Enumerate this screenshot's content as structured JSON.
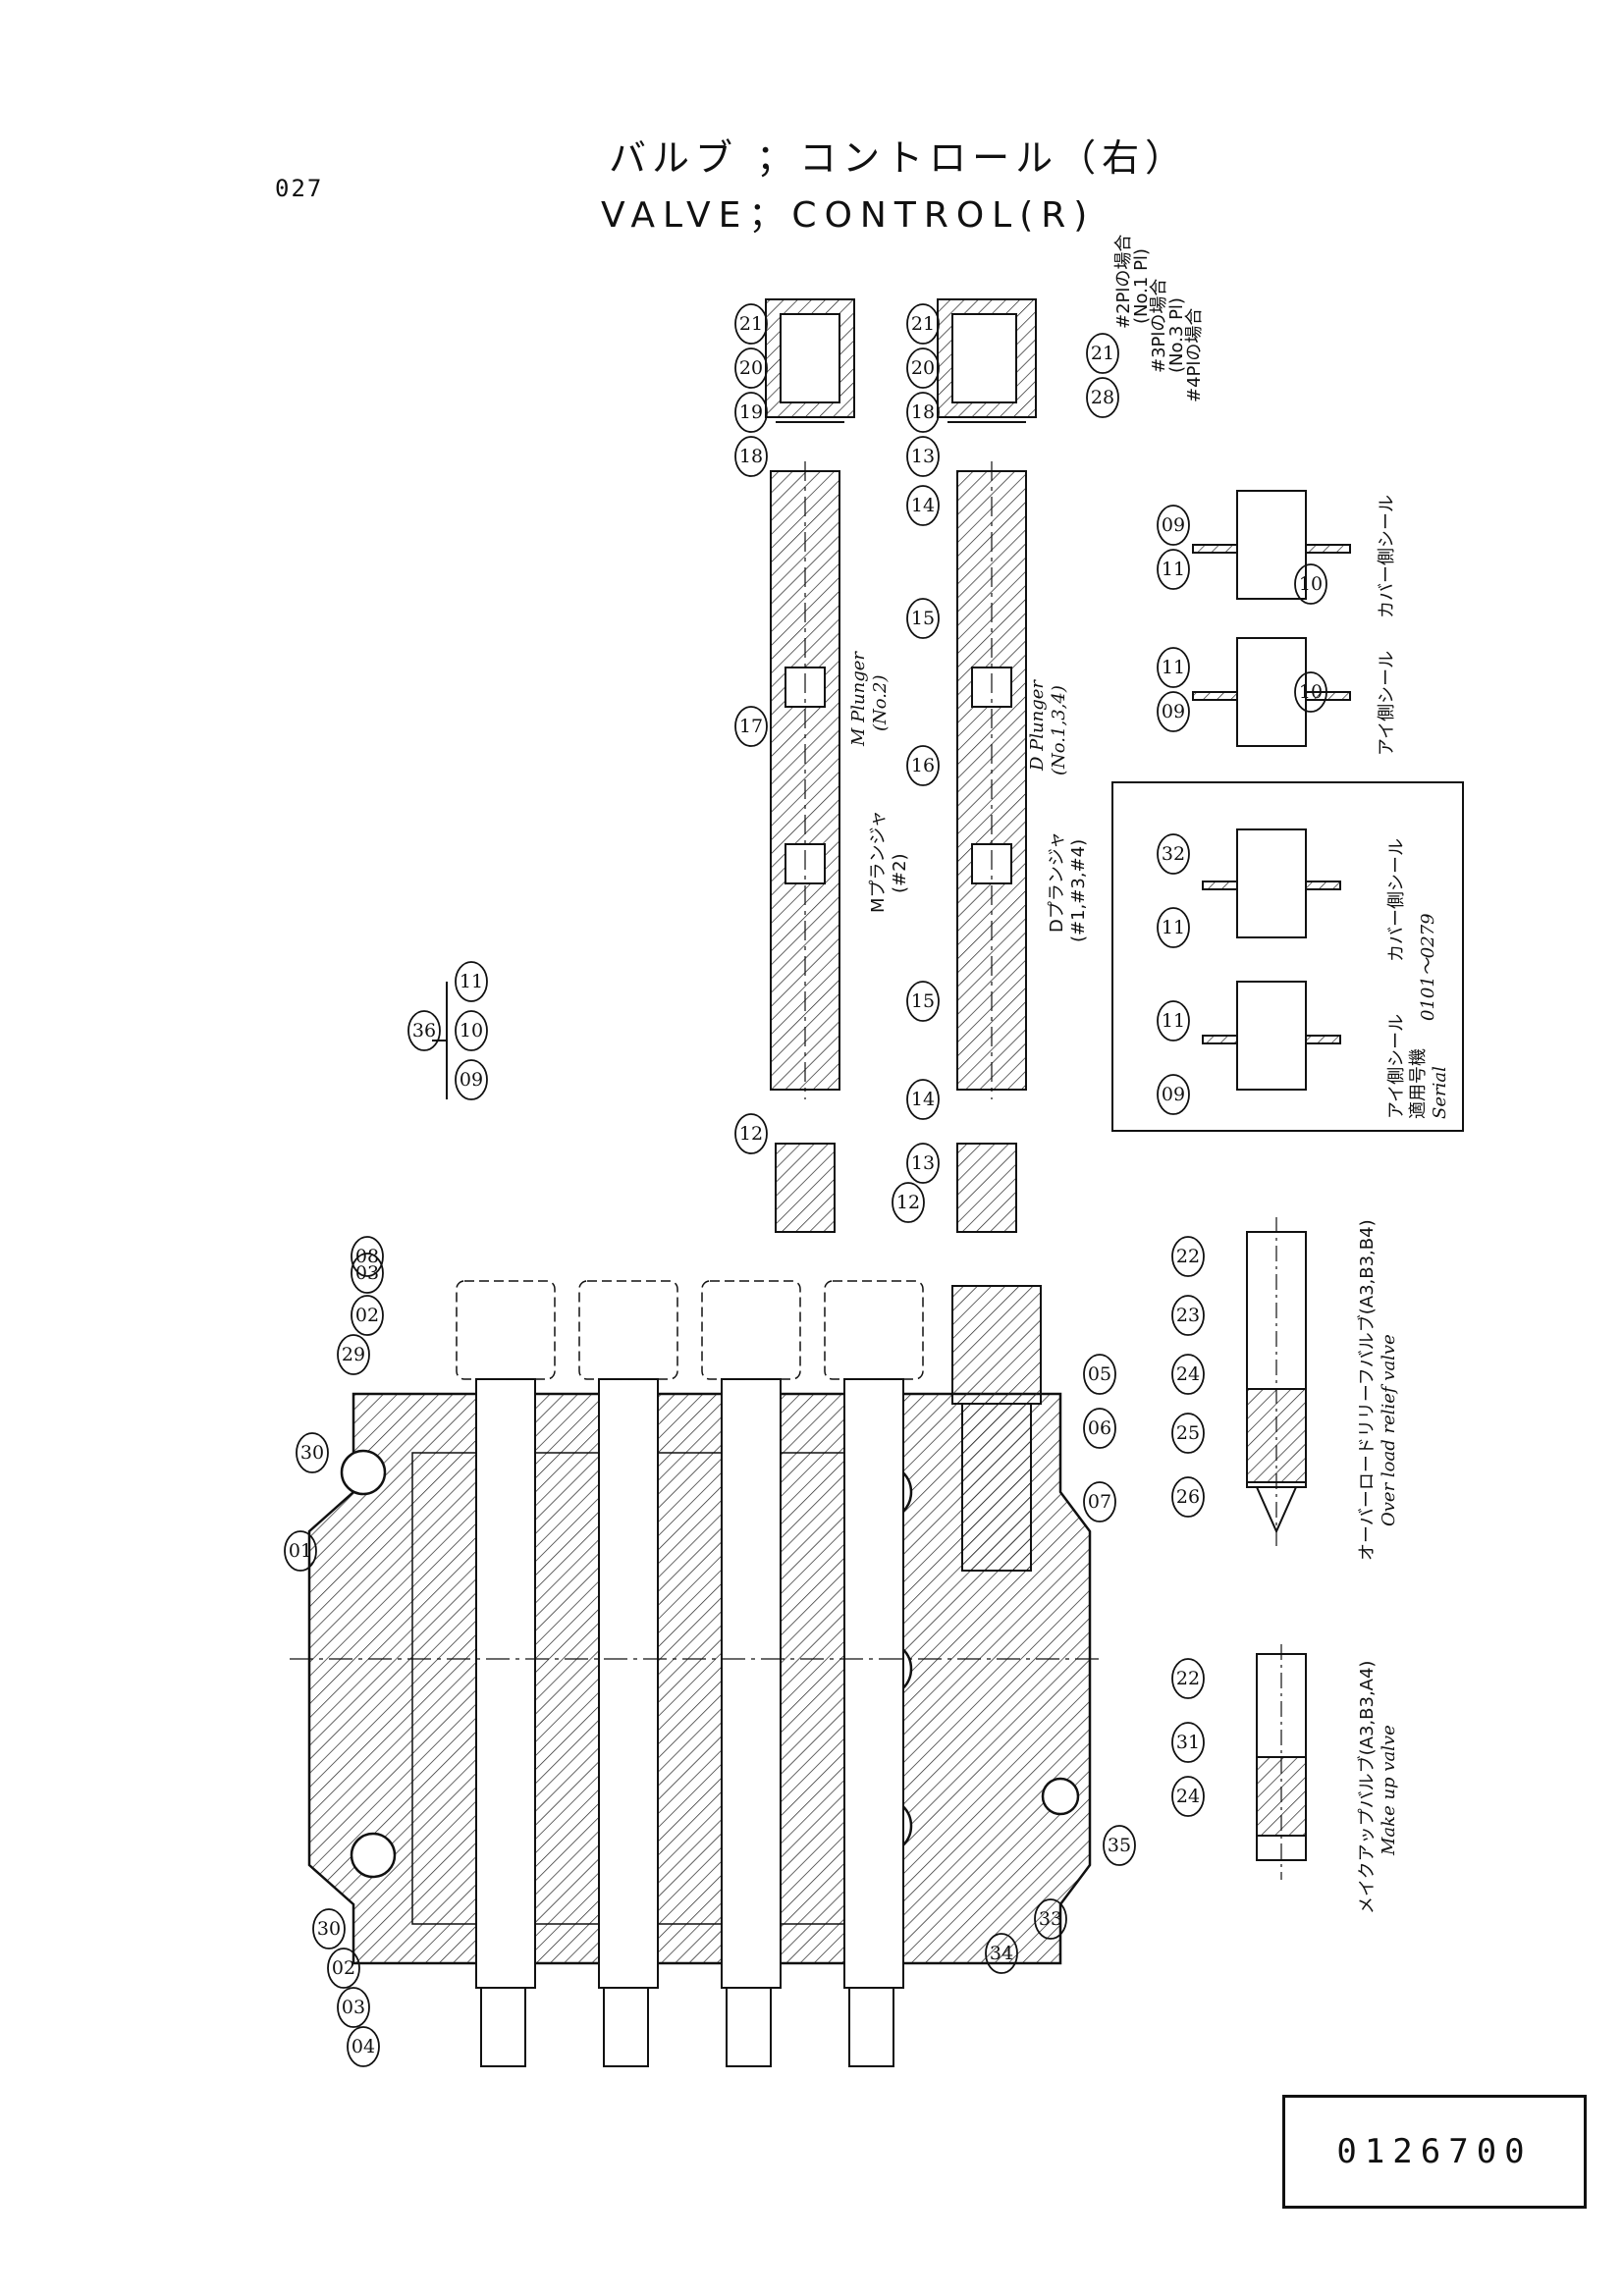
{
  "page_number": "027",
  "title": {
    "jp": "バルブ ；コントロール（右）",
    "en": "VALVE；CONTROL(R)"
  },
  "doc_number": "0126700",
  "callouts": {
    "p01": "01",
    "p02": "02",
    "p03": "03",
    "p04": "04",
    "p05": "05",
    "p06": "06",
    "p07": "07",
    "p08": "08",
    "p09": "09",
    "p10": "10",
    "p11": "11",
    "p12": "12",
    "p13": "13",
    "p14": "14",
    "p15": "15",
    "p16": "16",
    "p17": "17",
    "p18": "18",
    "p19": "19",
    "p20": "20",
    "p21": "21",
    "p22": "22",
    "p23": "23",
    "p24": "24",
    "p25": "25",
    "p26": "26",
    "p28": "28",
    "p29": "29",
    "p30": "30",
    "p31": "31",
    "p32": "32",
    "p33": "33",
    "p34": "34",
    "p35": "35",
    "p36": "36"
  },
  "annotations": {
    "m_plunger_jp": "Mプランジャ",
    "m_plunger_jp_no": "(#2)",
    "m_plunger_en": "M Plunger",
    "m_plunger_en_no": "(No.2)",
    "d_plunger_jp": "Dプランジャ",
    "d_plunger_jp_no": "(#1,#3,#4)",
    "d_plunger_en": "D Plunger",
    "d_plunger_en_no": "(No.1,3,4)",
    "note_21_jp": "#2Plの場合",
    "note_21_no": "(No.1 Pl)",
    "note_28_jp": "#3Plの場合",
    "note_28_no": "(No.3 Pl)",
    "note_extra": "#4Plの場合",
    "cover_seal": "カバー側シール",
    "eye_seal": "アイ側シール",
    "cover_seal_2": "カバー側シール",
    "eye_seal_2": "アイ側シール",
    "applicable_serial_jp": "適用号機",
    "applicable_serial_en": "Serial",
    "serial_range": "0101～0279",
    "overload_relief_jp": "オーバーロードリリーフバルブ(A3,B3,B4)",
    "overload_relief_en": "Over load relief valve",
    "makeup_jp": "メイクアップバルブ(A3,B3,A4)",
    "makeup_en": "Make up valve"
  }
}
